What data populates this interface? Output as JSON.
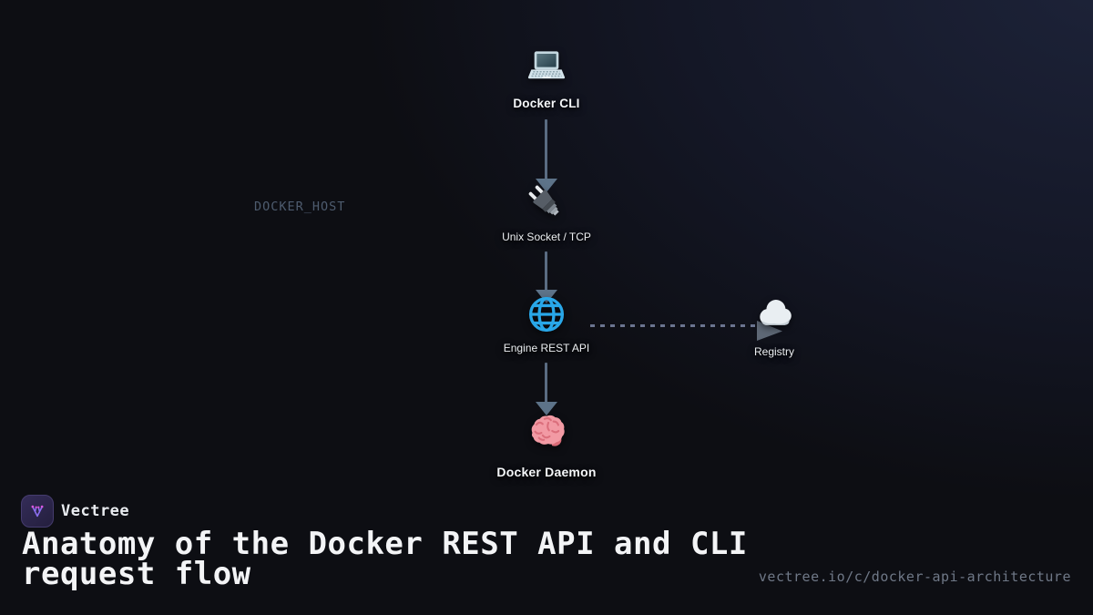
{
  "diagram": {
    "host_label": "DOCKER_HOST",
    "nodes": {
      "cli": {
        "label": "Docker CLI",
        "icon": "laptop-icon"
      },
      "socket": {
        "label": "Unix Socket / TCP",
        "icon": "plug-icon"
      },
      "api": {
        "label": "Engine REST API",
        "icon": "globe-icon"
      },
      "daemon": {
        "label": "Docker Daemon",
        "icon": "brain-icon"
      },
      "registry": {
        "label": "Registry",
        "icon": "cloud-icon"
      }
    },
    "connections": [
      {
        "from": "Docker CLI",
        "to": "Unix Socket / TCP",
        "style": "solid-arrow-down"
      },
      {
        "from": "Unix Socket / TCP",
        "to": "Engine REST API",
        "style": "solid-arrow-down"
      },
      {
        "from": "Engine REST API",
        "to": "Docker Daemon",
        "style": "solid-arrow-down"
      },
      {
        "from": "Engine REST API",
        "to": "Registry",
        "style": "dashed-arrow-right"
      }
    ]
  },
  "footer": {
    "brand": "Vectree",
    "title_lines": [
      "Anatomy of the Docker REST API and CLI",
      "request flow"
    ],
    "url": "vectree.io/c/docker-api-architecture"
  },
  "colors": {
    "background_base": "#0c0d12",
    "background_glow": "#1d2339",
    "arrow": "#5d7389",
    "dashed_line": "#6b7590",
    "globe_blue": "#29a7e8",
    "label_text": "#eceff2",
    "muted_text": "#6f7887",
    "host_label_text": "#4e5c6f",
    "logo_purple": "#8b6ef0",
    "logo_dot_magenta": "#d957e0"
  }
}
